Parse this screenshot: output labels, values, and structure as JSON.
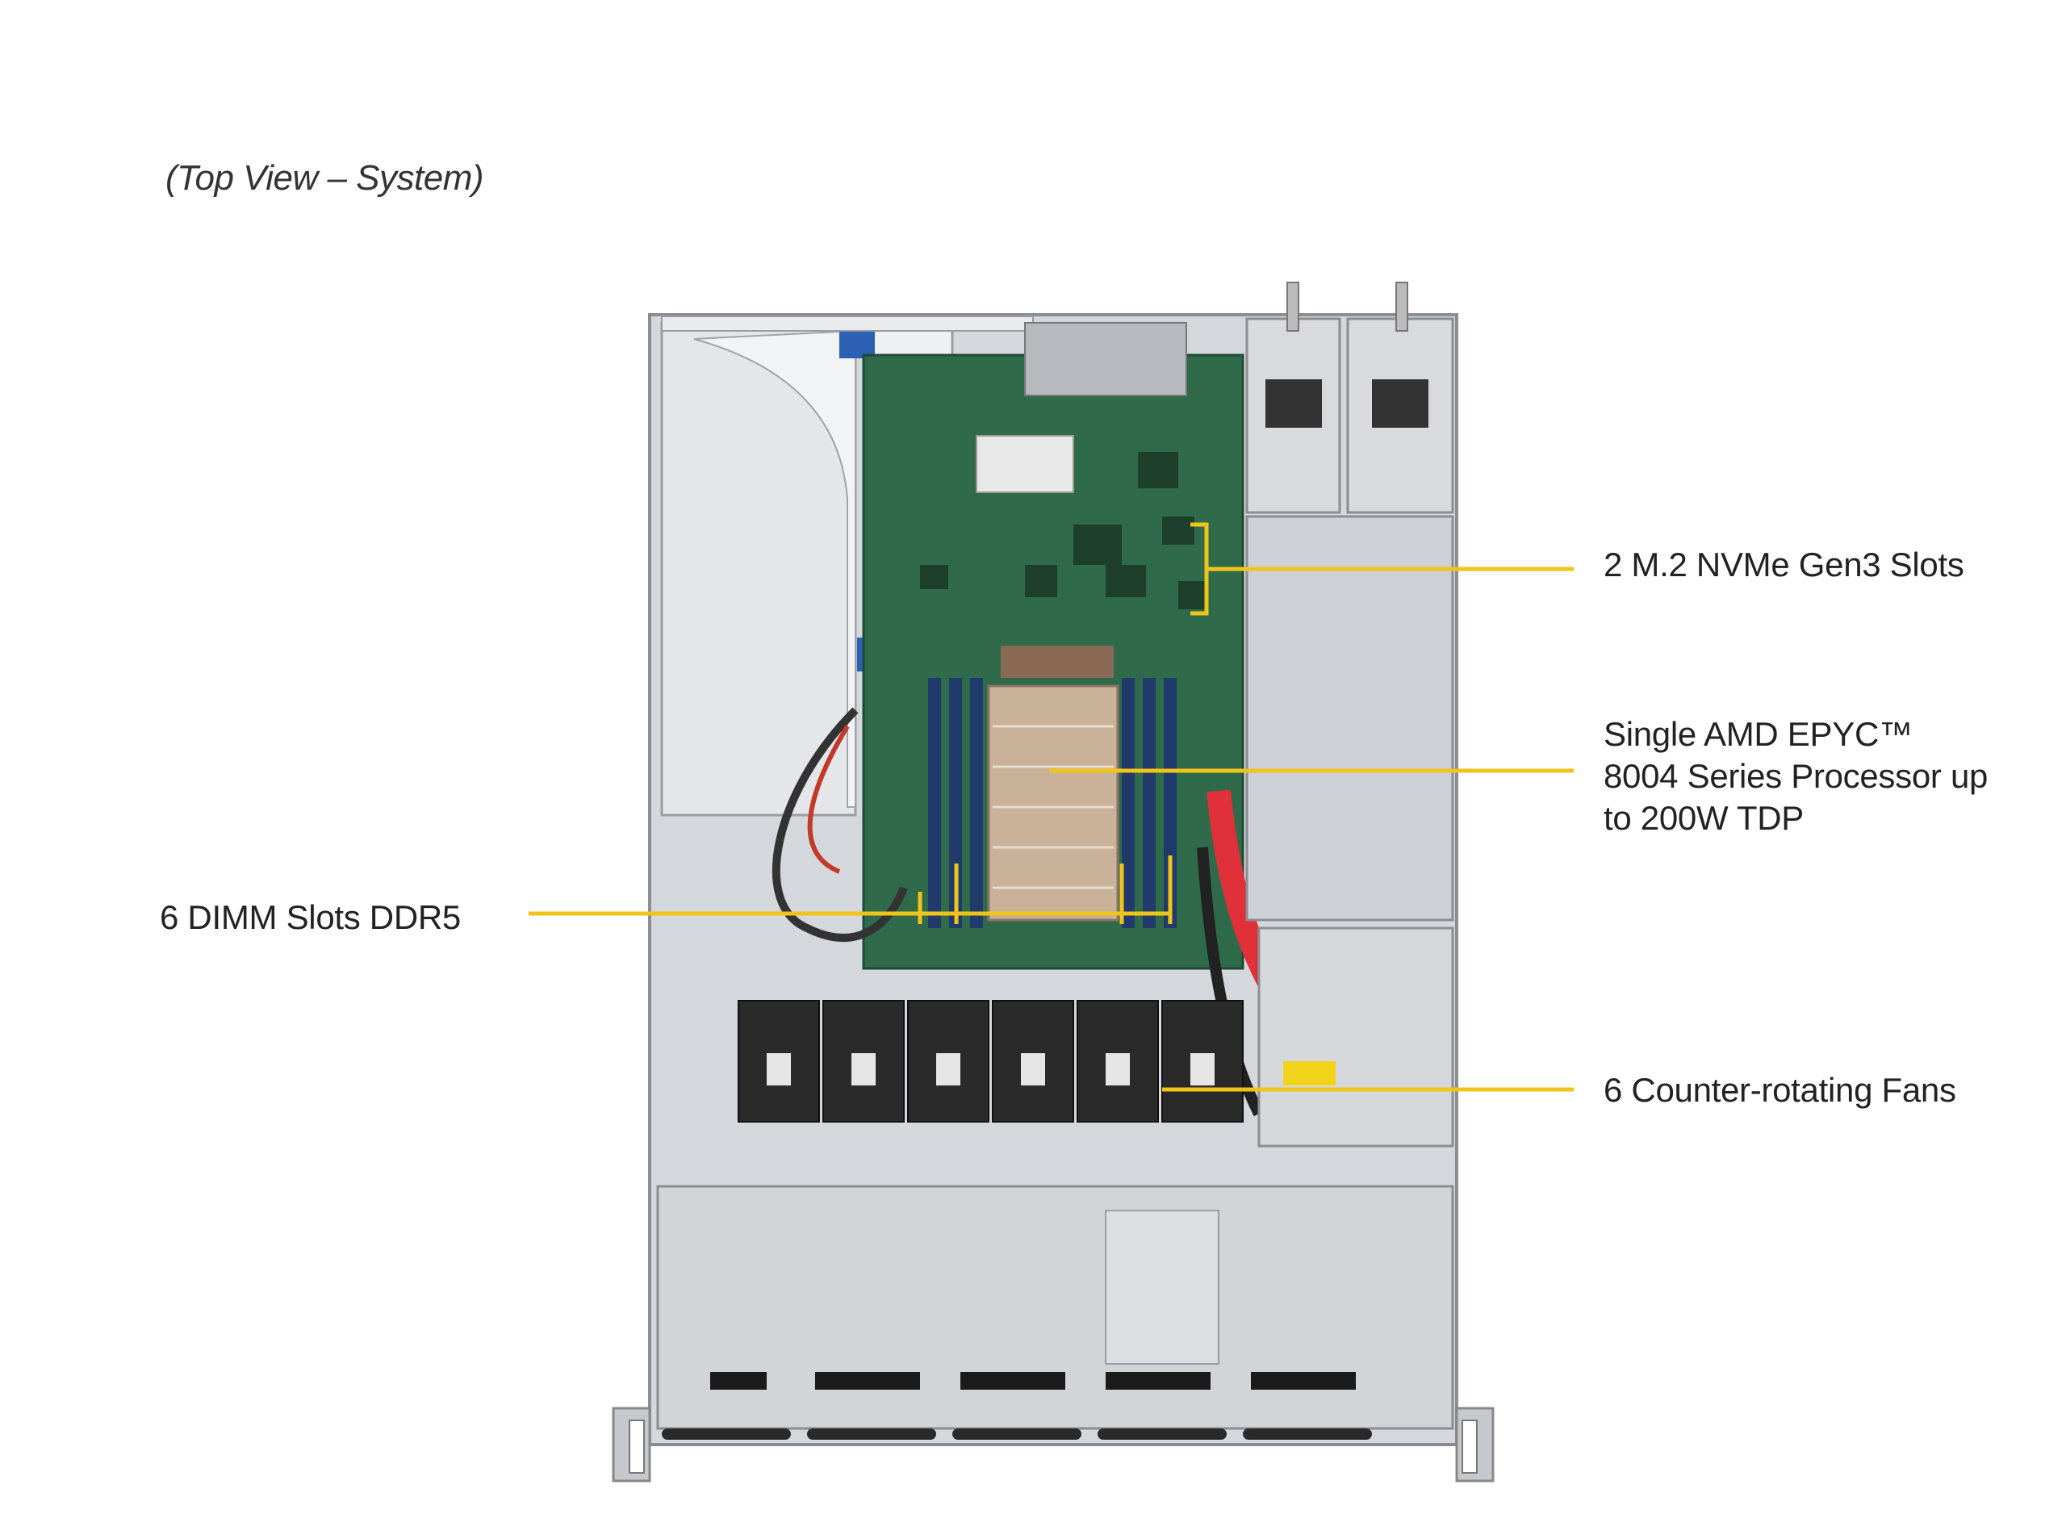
{
  "caption": "(Top View – System)",
  "callouts": {
    "nvme": "2 M.2 NVMe Gen3 Slots",
    "cpu_line1": "Single AMD EPYC™",
    "cpu_line2": "8004 Series Processor up",
    "cpu_line3": "to 200W TDP",
    "dimm": "6 DIMM Slots DDR5",
    "fans": "6 Counter-rotating Fans"
  },
  "colors": {
    "callout_line": "#f0c419",
    "chassis": "#c9ccd0",
    "board": "#2f6b4a",
    "fan": "#2a2a2a"
  }
}
